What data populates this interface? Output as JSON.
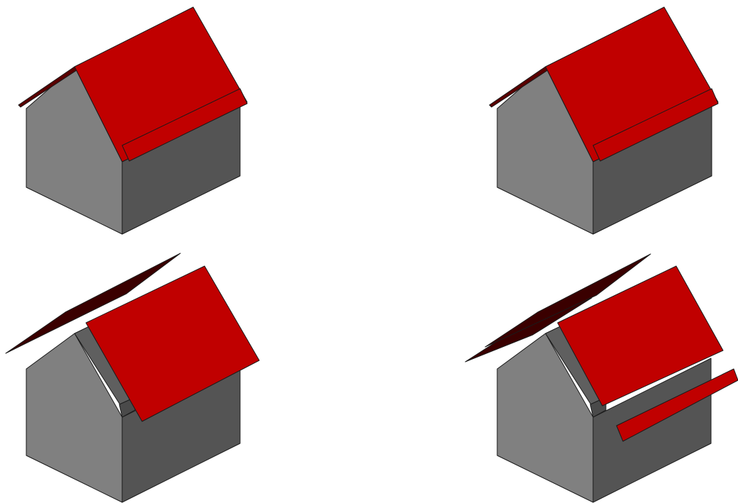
{
  "figure": {
    "description": "",
    "panels": [
      {
        "id": "panel-1",
        "roof_state": "assembled",
        "roof_sides": 2,
        "fascia_attached": true
      },
      {
        "id": "panel-2",
        "roof_state": "assembled",
        "roof_sides": 2,
        "fascia_attached": true
      },
      {
        "id": "panel-3",
        "roof_state": "left-panel-lifted",
        "roof_sides": 2,
        "fascia_attached": true
      },
      {
        "id": "panel-4",
        "roof_state": "exploded",
        "roof_sides": 2,
        "fascia_attached": false,
        "extra_layer": true
      }
    ]
  },
  "colors": {
    "background": "#ffffff",
    "wall_front": "#808080",
    "wall_side": "#545454",
    "wall_inner": "#5f5f5f",
    "roof": "#c00000",
    "roof_dark": "#3a0000",
    "edge": "#1a1a1a"
  }
}
